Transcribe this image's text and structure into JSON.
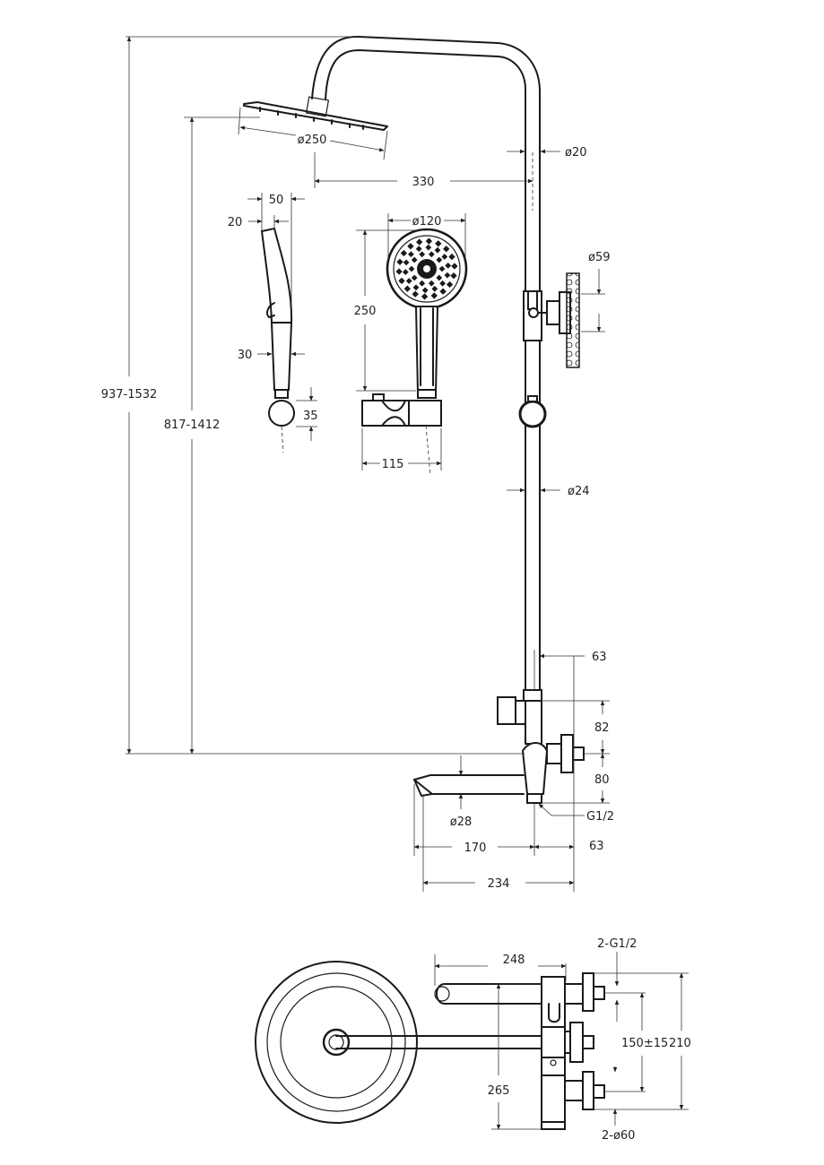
{
  "dimensions": {
    "total_height": "937-1532",
    "head_height": "817-1412",
    "head_diameter": "ø250",
    "arm_reach": "330",
    "riser_top_diameter": "ø20",
    "hand_width": "50",
    "hand_offset": "20",
    "hand_diameter": "ø120",
    "hand_length": "250",
    "hand_neck": "30",
    "hook_height": "35",
    "hook_width": "115",
    "wall_bracket_diameter": "ø59",
    "riser_diameter": "ø24",
    "riser_offset": "63",
    "upper_gap": "82",
    "lower_gap": "80",
    "spout_diameter": "ø28",
    "connection_thread": "G1/2",
    "spout_length": "170",
    "mixer_depth": "63",
    "overall_depth": "234",
    "top_spout_length": "248",
    "inlets_thread": "2-G1/2",
    "inlet_spacing": "150±15",
    "overall_width": "210",
    "inner_reach": "265",
    "flange_diameter": "2-ø60"
  },
  "colors": {
    "line": "#1a1a1a",
    "dimension": "#333333",
    "background": "#ffffff"
  }
}
